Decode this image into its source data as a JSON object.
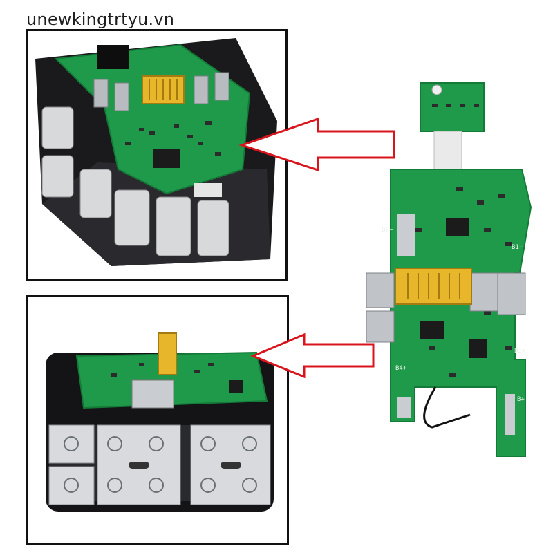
{
  "watermark": {
    "text": "unewkingtrtyu.vn"
  },
  "photos": {
    "top": {
      "subject": "battery pack with protection circuit board mounted"
    },
    "bottom": {
      "subject": "battery pack with cells and board mounted"
    },
    "board": {
      "subject": "bare protection circuit board with LED indicator board"
    }
  },
  "board_labels": {
    "b2": "B2+",
    "b1": "B1+",
    "b4": "B4+",
    "b3": "B3+",
    "bplus": "B+"
  },
  "colors": {
    "pcb": "#1f9a4a",
    "connector": "#e8b62a",
    "arrow": "#d8151d",
    "frame": "#111111"
  }
}
